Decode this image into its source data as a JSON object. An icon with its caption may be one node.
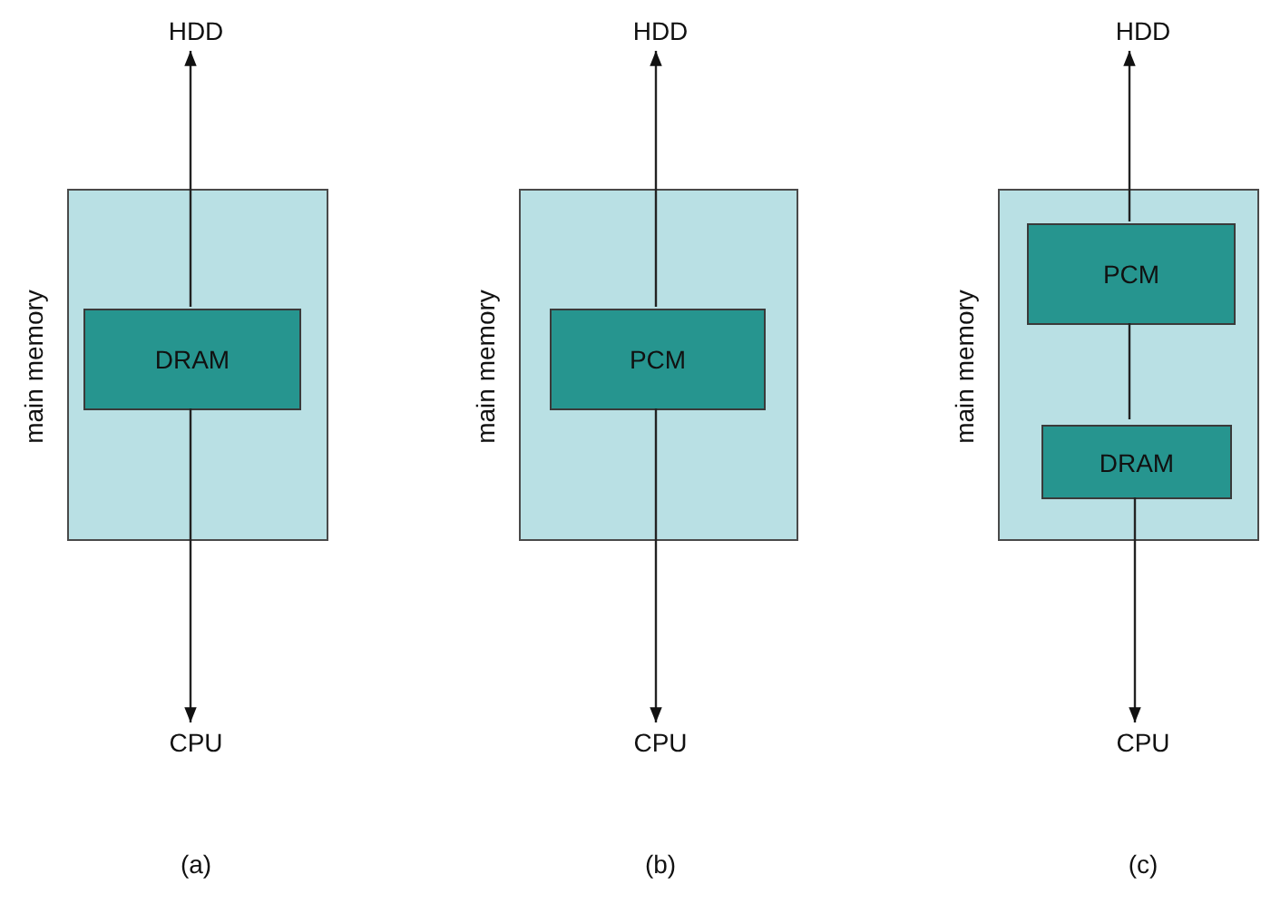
{
  "diagram": {
    "nodes": [
      {
        "text": [
          "HDD"
        ]
      },
      {
        "text": [
          "main memory"
        ]
      },
      {
        "text": [
          "DRAM"
        ],
        "in": 1
      },
      {
        "text": [
          "CPU"
        ]
      },
      {
        "text": [
          "HDD"
        ]
      },
      {
        "text": [
          "main memory"
        ]
      },
      {
        "text": [
          "PCM"
        ],
        "in": 5
      },
      {
        "text": [
          "CPU"
        ]
      },
      {
        "text": [
          "HDD"
        ]
      },
      {
        "text": [
          "main memory"
        ]
      },
      {
        "text": [
          "PCM"
        ],
        "in": 9
      },
      {
        "text": [
          "DRAM"
        ],
        "in": 9
      },
      {
        "text": [
          "CPU"
        ]
      }
    ],
    "edges": [
      {
        "from": 2,
        "to": 0,
        "arrow": "to"
      },
      {
        "from": 2,
        "to": 3,
        "arrow": "to"
      },
      {
        "from": 6,
        "to": 4,
        "arrow": "to"
      },
      {
        "from": 6,
        "to": 7,
        "arrow": "to"
      },
      {
        "from": 10,
        "to": 8,
        "arrow": "to"
      },
      {
        "from": 10,
        "to": 11,
        "arrow": "none"
      },
      {
        "from": 11,
        "to": 12,
        "arrow": "to"
      }
    ],
    "labels": [
      "(a)",
      "(b)",
      "(c)"
    ]
  }
}
